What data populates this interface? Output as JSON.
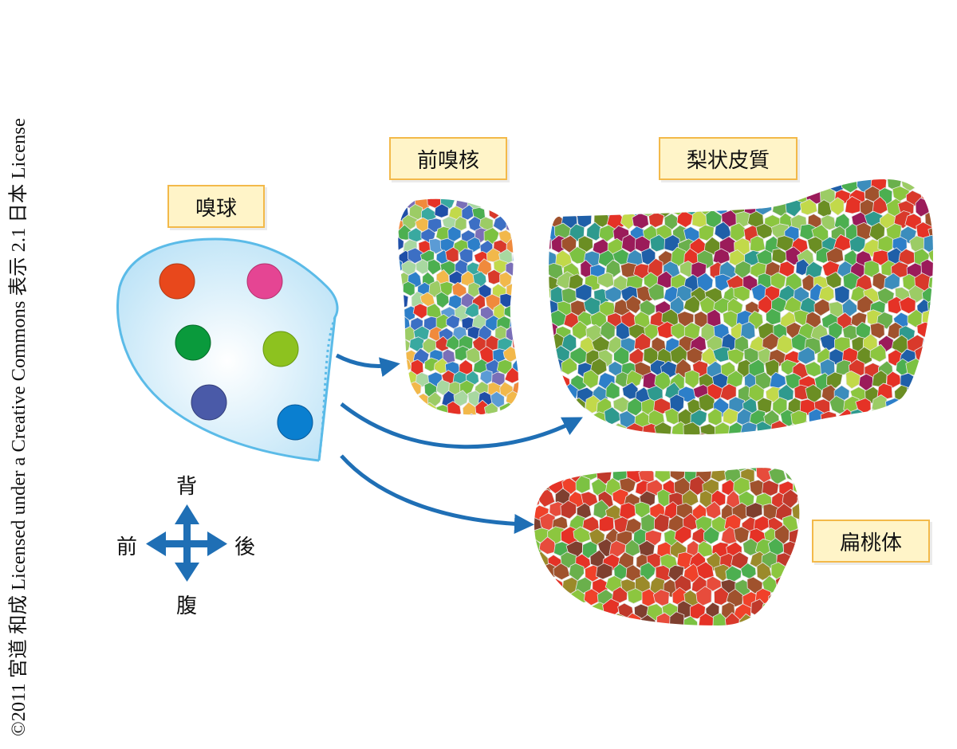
{
  "copyright": "©2011 宮道 和成 Licensed under a Creative Commons 表示 2.1 日本 License",
  "labels": {
    "olfactory_bulb": "嗅球",
    "anterior_olfactory_nucleus": "前嗅核",
    "piriform_cortex": "梨状皮質",
    "amygdala": "扁桃体"
  },
  "directions": {
    "dorsal": "背",
    "ventral": "腹",
    "anterior": "前",
    "posterior": "後"
  },
  "colors": {
    "arrow": "#1f6fb5",
    "bulb_outline": "#5bbbe8",
    "label_fill": "#fff4c8",
    "label_border": "#f3b94a",
    "glomeruli": [
      "#e8481c",
      "#e54593",
      "#0a9a3c",
      "#8dc21f",
      "#4a5aa8",
      "#0a7fd0"
    ]
  }
}
